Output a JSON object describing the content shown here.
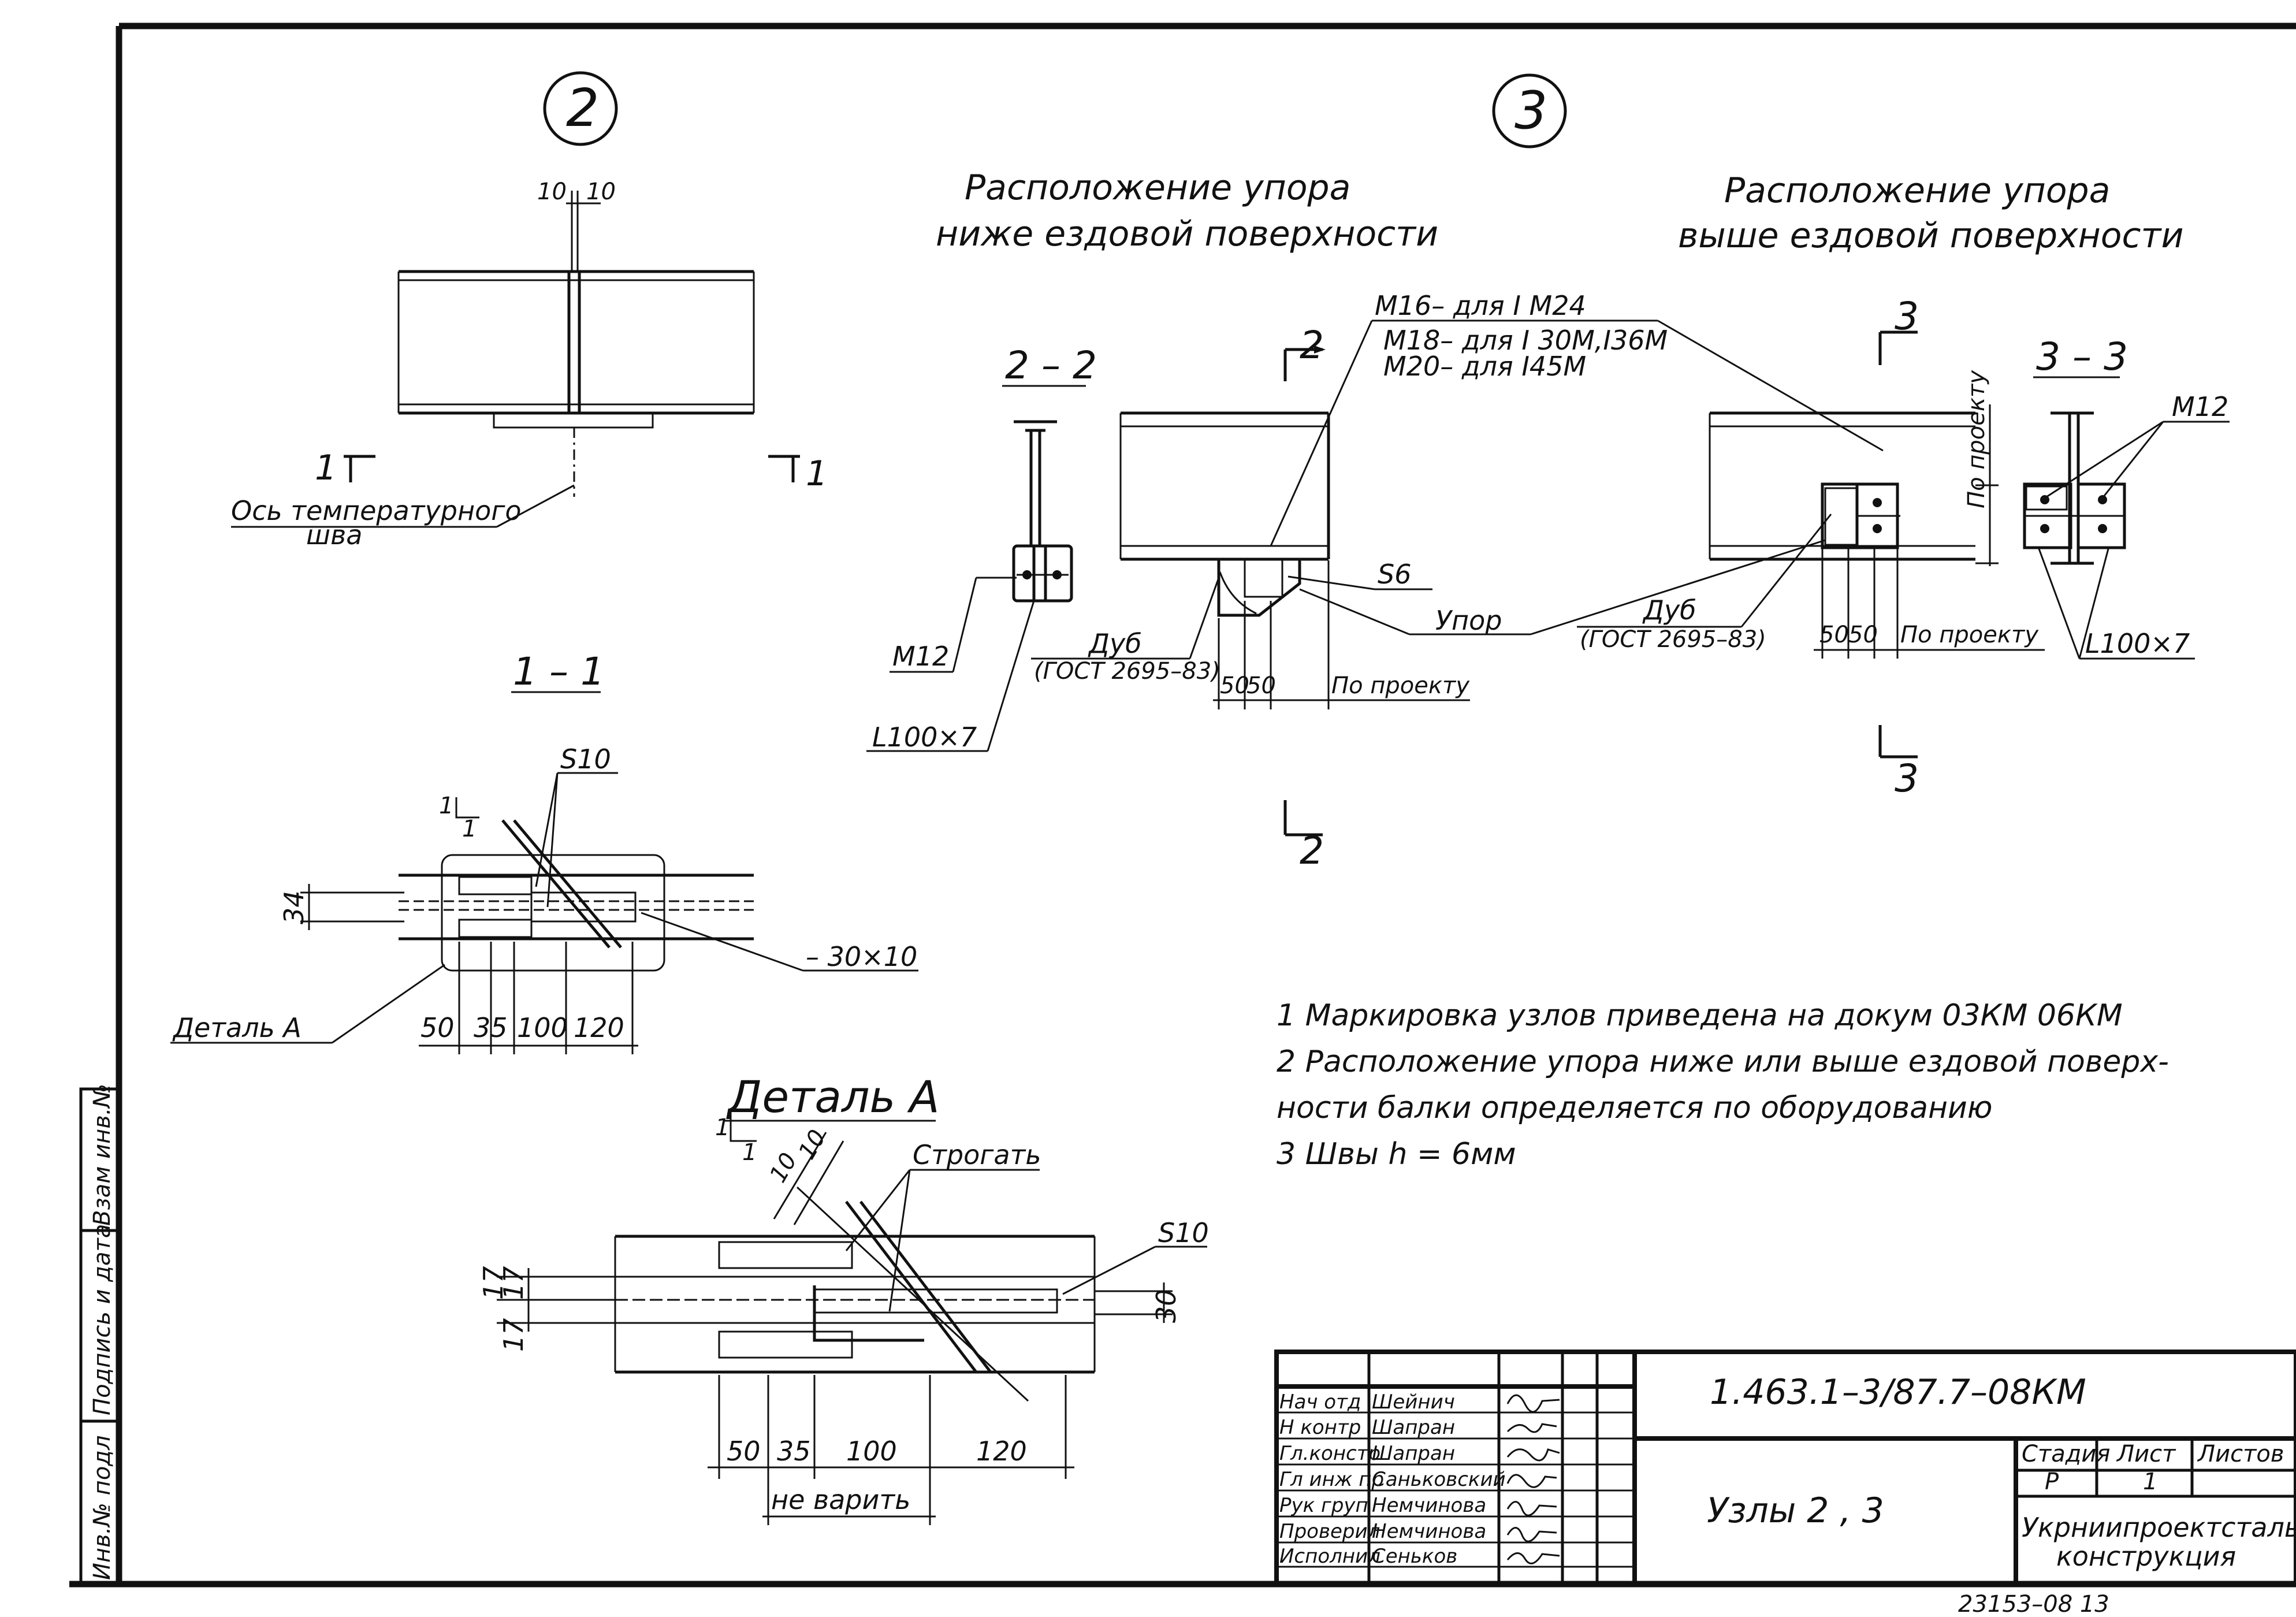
{
  "node_marks": {
    "node2": "2",
    "node3": "3"
  },
  "node2": {
    "dim_top_left": "10",
    "dim_top_right": "10",
    "section_left_num": "1",
    "section_right_num": "1",
    "axis_label_1": "Ось температурного",
    "axis_label_2": "шва"
  },
  "section11": {
    "title": "1 – 1",
    "weld": "S10",
    "slope_1": "1",
    "slope_2": "1",
    "dim_34": "34",
    "plate": "– 30×10",
    "detail_ref": "Деталь  А",
    "dims": [
      "50",
      "35",
      "100",
      "120"
    ]
  },
  "detailA": {
    "title": "Деталь  А",
    "slope_1": "1",
    "slope_2": "1",
    "gap_10a": "10",
    "gap_10b": "10",
    "plane": "Строгать",
    "weld": "S10",
    "dim_17a": "17",
    "dim_17b": "17",
    "dim_17c": "17",
    "dim_30": "30",
    "dims": [
      "50",
      "35",
      "100",
      "120"
    ],
    "no_weld": "не варить"
  },
  "node3": {
    "head_left_1": "Расположение упора",
    "head_left_2": "ниже  ездовой поверхности",
    "head_right_1": "Расположение упора",
    "head_right_2": "выше  ездовой поверхности",
    "bolt_1": "М16– для I М24",
    "bolt_2": "М18– для I 30М,I36М",
    "bolt_3": "М20– для I45М",
    "sec22": "2 – 2",
    "sec33": "3 – 3",
    "mark2_top": "2",
    "mark2_bottom": "2",
    "mark3_top": "3",
    "mark3_bottom": "3",
    "m12_left": "М12",
    "m12_right": "М12",
    "angle_left": "L100×7",
    "angle_right": "L100×7",
    "oak_left_1": "Дуб",
    "oak_left_2": "(ГОСТ 2695–83)",
    "oak_right_1": "Дуб",
    "oak_right_2": "(ГОСТ 2695–83)",
    "s6": "S6",
    "stop": "Упор",
    "dim50a": "50",
    "dim50b": "50",
    "by_project_left": "По проекту",
    "dim50c": "50",
    "dim50d": "50",
    "by_project_right": "По  проекту",
    "by_project_vert": "По проекту"
  },
  "notes": [
    "1 Маркировка узлов приведена на докум 03КМ  06КМ",
    "2 Расположение упора ниже или выше ездовой поверх-",
    "  ности балки определяется  по оборудованию",
    "3 Швы  h = 6мм"
  ],
  "side_stamp": [
    "Инв.№ подл",
    "Подпись и дата",
    "Взам инв.№"
  ],
  "title_block": {
    "rows": [
      {
        "role": "Нач отд",
        "name": "Шейнич"
      },
      {
        "role": "Н контр",
        "name": "Шапран"
      },
      {
        "role": "Гл.констр",
        "name": "Шапран"
      },
      {
        "role": "Гл инж пр",
        "name": "Саньковский"
      },
      {
        "role": "Рук груп",
        "name": "Немчинова"
      },
      {
        "role": "Проверил",
        "name": "Немчинова"
      },
      {
        "role": "Исполнил",
        "name": "Сеньков"
      }
    ],
    "doc_code": "1.463.1–3/87.7–08КМ",
    "sheet_title": "Узлы  2 , 3",
    "stage_header": "Стадия",
    "sheet_header": "Лист",
    "sheets_header": "Листов",
    "stage": "Р",
    "sheet": "1",
    "sheets": "",
    "org_1": "Укрниипроектсталь-",
    "org_2": "конструкция"
  },
  "archive_number": "23153–08   13"
}
